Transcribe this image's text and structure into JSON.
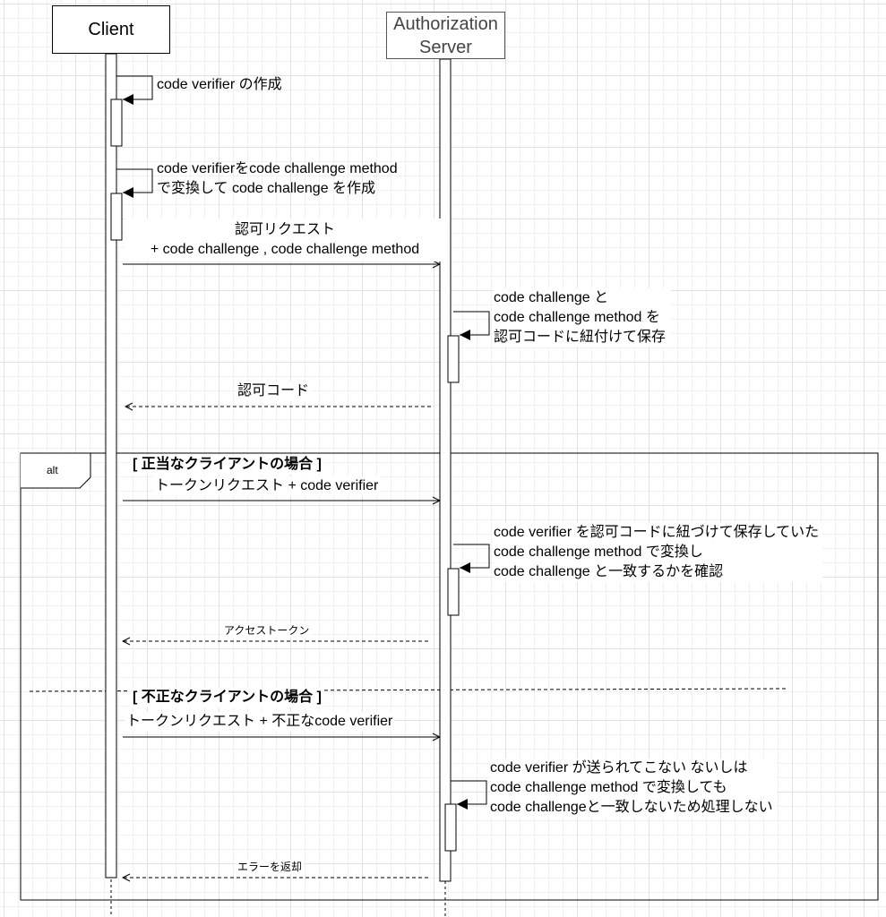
{
  "participants": {
    "client": "Client",
    "server_line1": "Authorization",
    "server_line2": "Server"
  },
  "steps": {
    "verifier_create": "code verifier の作成",
    "verifier_transform_1": "code verifierをcode challenge method",
    "verifier_transform_2": "で変換して code challenge を作成",
    "auth_request_1": "認可リクエスト",
    "auth_request_2": "+ code challenge , code challenge method",
    "server_store_1": "code challenge と",
    "server_store_2": "code challenge method を",
    "server_store_3": "認可コードに紐付けて保存",
    "auth_code": "認可コード"
  },
  "alt_fragment": {
    "tag": "alt",
    "guard_valid": "[ 正当なクライアントの場合 ]",
    "token_request_valid": "トークンリクエスト  + code verifier",
    "verify_1": "code verifier を認可コードに紐づけて保存していた",
    "verify_2": "code challenge method で変換し",
    "verify_3": "code challenge と一致するかを確認",
    "access_token": "アクセストークン",
    "guard_invalid": "[ 不正なクライアントの場合 ]",
    "token_request_invalid": "トークンリクエスト +  不正なcode verifier",
    "reject_1": "code verifier が送られてこない ないしは",
    "reject_2": "code challenge method で変換しても",
    "reject_3": "code challengeと一致しないため処理しない",
    "error_return": "エラーを返却"
  }
}
